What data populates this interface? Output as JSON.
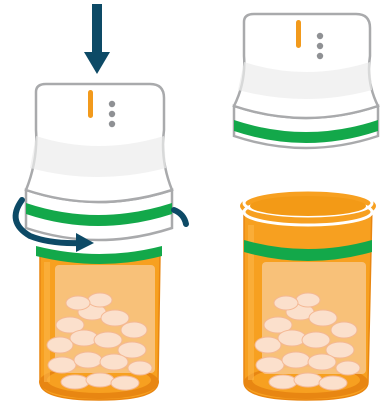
{
  "figure": {
    "panels": [
      {
        "id": "closed",
        "state": "cap-on-bottle"
      },
      {
        "id": "open",
        "state": "cap-removed"
      }
    ],
    "colors": {
      "arrow": "#0d4a66",
      "cap_fill": "#ffffff",
      "cap_shade": "#ececec",
      "cap_outline": "#a9aaac",
      "seal_band": "#13a84a",
      "indicator": "#f29a1c",
      "led_dots": "#8f9194",
      "bottle_orange": "#f7a020",
      "bottle_dark": "#e88612",
      "label_fill": "#f8c78a",
      "pills": "#fbe0cc",
      "pill_outline": "#f4b894"
    },
    "icons": [
      "push-down-arrow-icon",
      "twist-arrow-icon",
      "smart-cap-icon",
      "pill-bottle-icon",
      "pills-icon"
    ]
  }
}
